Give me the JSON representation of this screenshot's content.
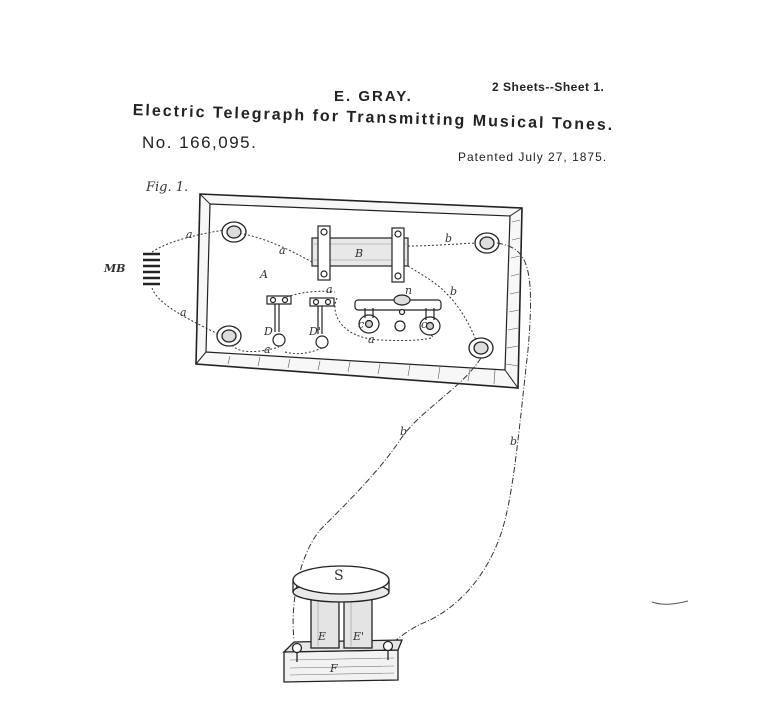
{
  "header": {
    "sheets": "2 Sheets--Sheet 1.",
    "inventor": "E. GRAY.",
    "title": "Electric Telegraph for Transmitting Musical Tones.",
    "patent_number": "No. 166,095.",
    "patent_date": "Patented July 27, 1875."
  },
  "figure": {
    "label": "Fig. 1.",
    "labels": {
      "MB": "MB",
      "a1": "a",
      "a2": "a",
      "a3": "a",
      "a4": "a",
      "a5": "a",
      "a6": "a",
      "A": "A",
      "B": "B",
      "b1": "b",
      "b2": "b",
      "b3": "b",
      "b4": "b",
      "D": "D",
      "D2": "D'",
      "c1": "c",
      "c2": "c",
      "n": "n",
      "S": "S",
      "E1": "E",
      "E2": "E'",
      "F": "F"
    }
  }
}
